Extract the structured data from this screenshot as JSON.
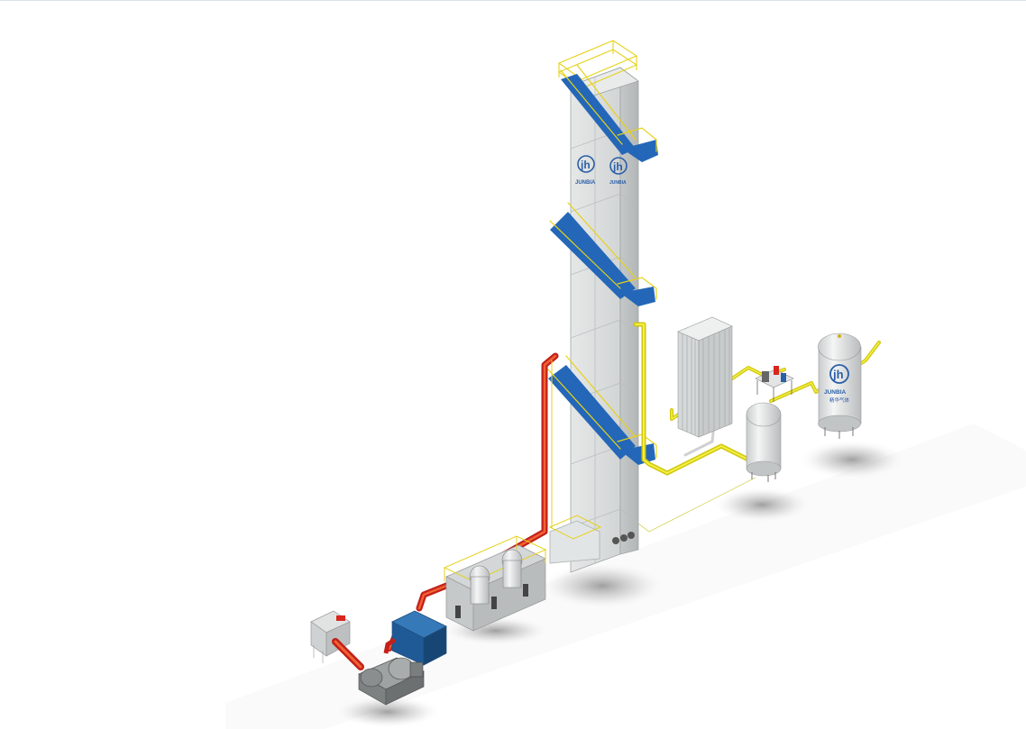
{
  "logo": {
    "brand": "JUNBIA",
    "subtitle": "精华气体",
    "icon": "jh-monogram-logo"
  },
  "colors": {
    "column_body": "#d9dcdc",
    "column_shade": "#c2c6c6",
    "stair_blue": "#1f63b3",
    "railing_yellow": "#e6d21a",
    "pipe_red": "#d8261c",
    "pipe_yellow": "#e8e010",
    "tank_silver": "#e3e5e6",
    "compressor_blue": "#1f5a96",
    "background": "#ffffff"
  }
}
